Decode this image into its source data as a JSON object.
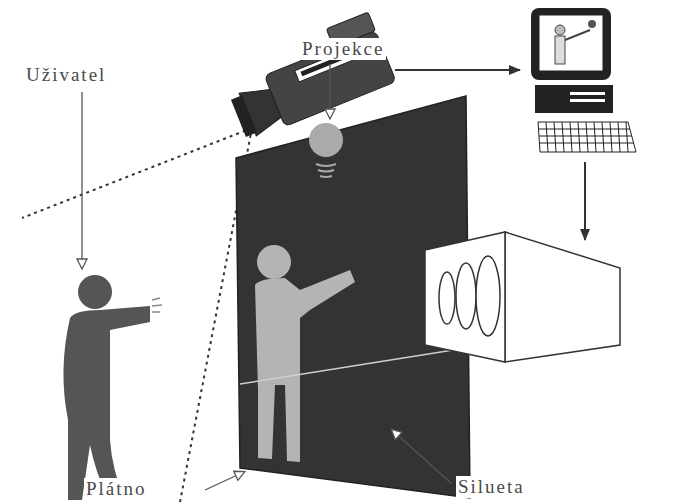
{
  "diagram": {
    "labels": [
      "Uživatel",
      "Projekce",
      "Plátno",
      "Silueta"
    ]
  }
}
